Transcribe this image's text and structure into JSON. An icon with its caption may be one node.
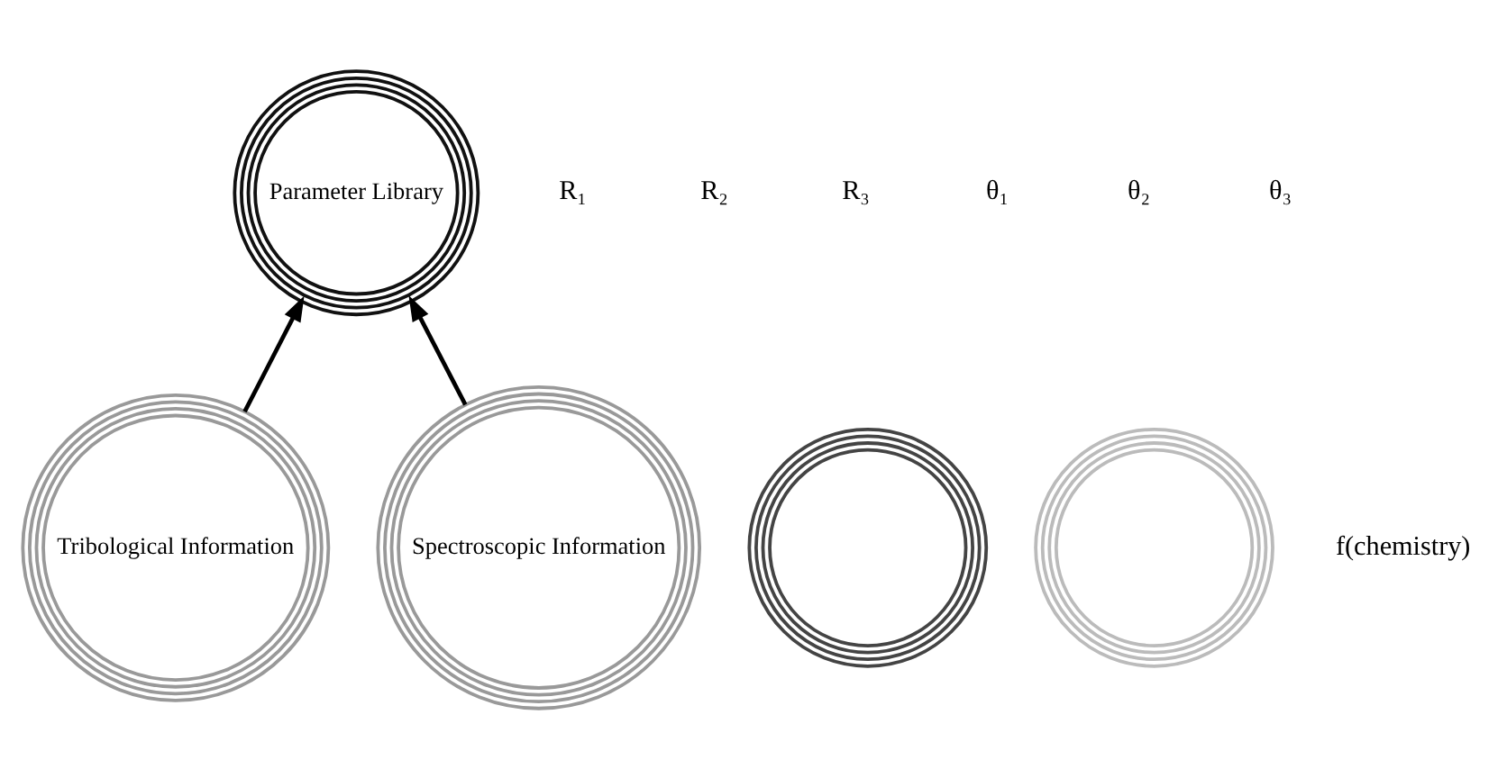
{
  "diagram": {
    "nodes": [
      {
        "text": [
          "Parameter Library"
        ]
      },
      {
        "text": [
          "Tribological Information"
        ]
      },
      {
        "text": [
          "Spectroscopic Information"
        ]
      },
      {
        "text": [],
        "shape": "circle"
      },
      {
        "text": [],
        "shape": "circle"
      }
    ],
    "edges": [
      {
        "from": 1,
        "to": 0,
        "arrow": "to"
      },
      {
        "from": 2,
        "to": 0,
        "arrow": "to"
      }
    ],
    "labels": [
      "R₁",
      "R₂",
      "R₃",
      "θ₁",
      "θ₂",
      "θ₃",
      "f(chemistry)"
    ]
  }
}
